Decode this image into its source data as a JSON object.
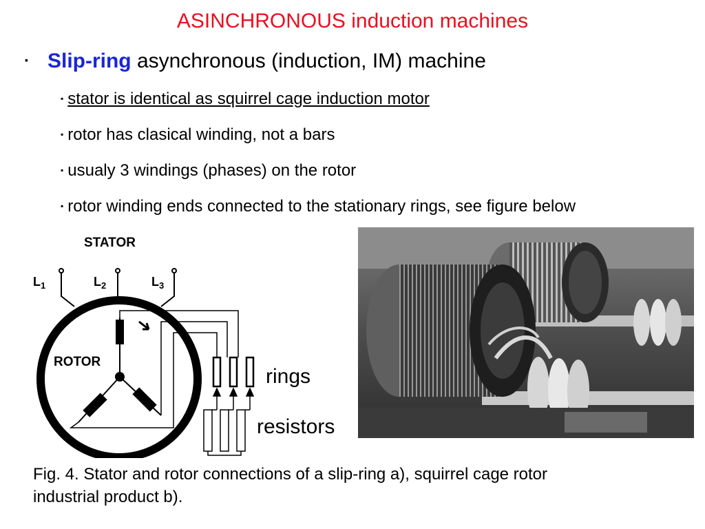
{
  "slide": {
    "title": "ASINCHRONOUS induction machines",
    "main_bullet": {
      "highlight": "Slip-ring",
      "rest": "asynchronous (induction, IM) machine"
    },
    "sub_bullets": [
      "stator is identical as squirrel cage induction motor",
      "rotor has clasical winding, not a bars",
      "usualy 3 windings (phases) on the rotor",
      "rotor winding ends connected to the stationary rings, see figure below"
    ],
    "bullet_marks": {
      "main": "▪",
      "sub": "▪"
    }
  },
  "diagram": {
    "stator_label": "STATOR",
    "rotor_label": "ROTOR",
    "terminals": [
      {
        "letter": "L",
        "sub": "1"
      },
      {
        "letter": "L",
        "sub": "2"
      },
      {
        "letter": "L",
        "sub": "3"
      }
    ],
    "rings_label": "rings",
    "resistors_label": "resistors"
  },
  "caption": {
    "line1": "Fig. 4. Stator and rotor connections of a slip-ring  a), squirrel cage rotor",
    "line2": "industrial product   b)."
  },
  "colors": {
    "title": "#e8101f",
    "highlight": "#1a26d6"
  }
}
